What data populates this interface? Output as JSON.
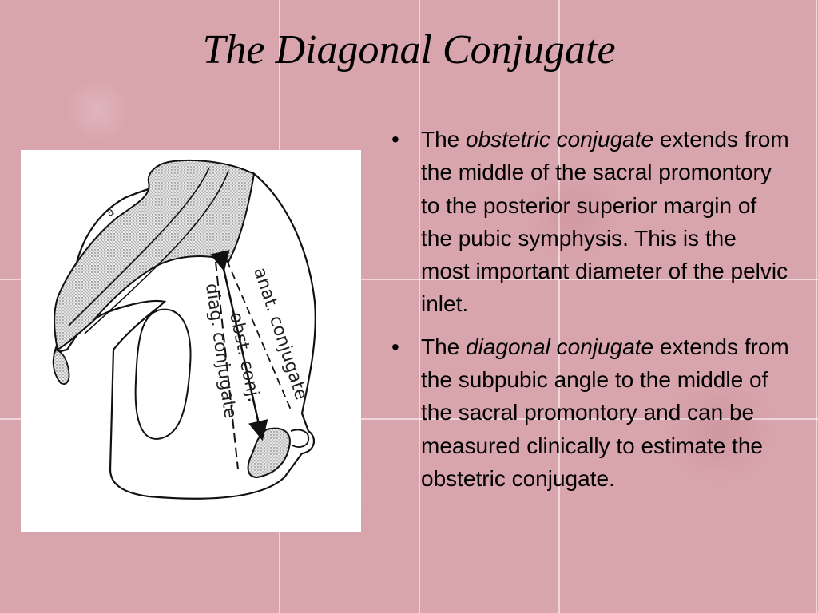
{
  "slide": {
    "title": "The Diagonal Conjugate"
  },
  "figure": {
    "labels": {
      "anat_conjugate": "anat. conjugate",
      "obst_conj": "obst. conj.",
      "diag_conjugate": "diag. conjugate",
      "corner_mark": "a"
    }
  },
  "bullets": [
    {
      "lead": "The ",
      "term": "obstetric conjugate",
      "rest": " extends from the middle of the sacral promontory to the posterior superior margin of the pubic symphysis.  This is the most important diameter of the pelvic inlet."
    },
    {
      "lead": "The ",
      "term": "diagonal conjugate",
      "rest": " extends from the subpubic angle to the middle of the sacral promontory and can be measured clinically to estimate the obstetric conjugate."
    }
  ]
}
